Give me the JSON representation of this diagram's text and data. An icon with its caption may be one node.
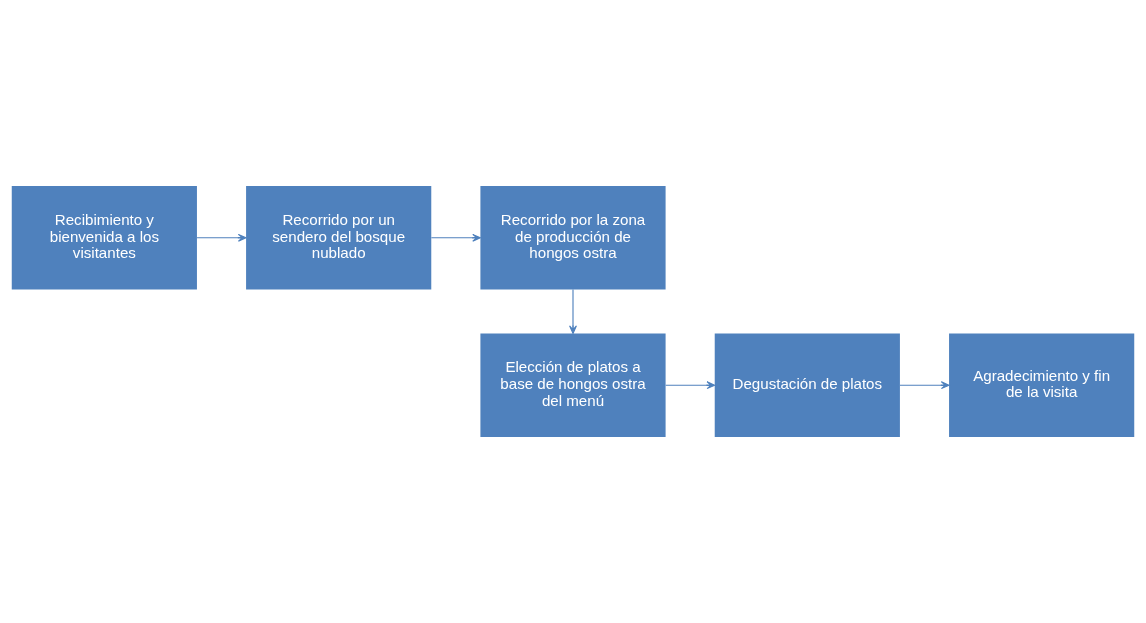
{
  "diagram": {
    "nodes": [
      {
        "text": [
          "Recibimiento y bienvenida a los visitantes"
        ]
      },
      {
        "text": [
          "Recorrido por un sendero del bosque nublado"
        ]
      },
      {
        "text": [
          "Recorrido por la zona de producción de hongos ostra"
        ]
      },
      {
        "text": [
          "Elección de platos a base de hongos ostra del menú"
        ]
      },
      {
        "text": [
          "Degustación de platos"
        ]
      },
      {
        "text": [
          "Agradecimiento y fin de la visita"
        ]
      }
    ],
    "edges": [
      {
        "from": 0,
        "to": 1,
        "arrow": "to"
      },
      {
        "from": 1,
        "to": 2,
        "arrow": "to"
      },
      {
        "from": 2,
        "to": 3,
        "arrow": "to"
      },
      {
        "from": 3,
        "to": 4,
        "arrow": "to"
      },
      {
        "from": 4,
        "to": 5,
        "arrow": "to"
      }
    ]
  }
}
